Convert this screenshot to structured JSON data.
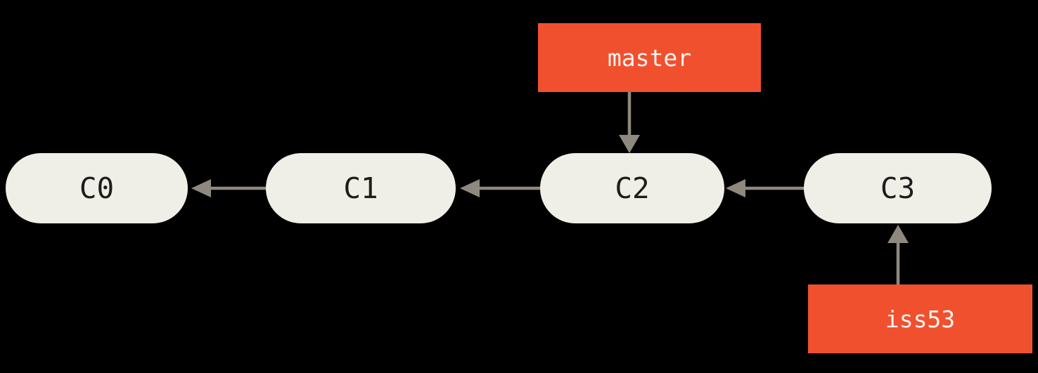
{
  "colors": {
    "background": "#000000",
    "commit-fill": "#f0efe7",
    "commit-text": "#1d1d1b",
    "branch-fill": "#f1502f",
    "branch-text": "#f7f4ef",
    "arrow": "#8e887e"
  },
  "commits": [
    {
      "id": "C0"
    },
    {
      "id": "C1"
    },
    {
      "id": "C2"
    },
    {
      "id": "C3"
    }
  ],
  "branches": [
    {
      "name": "master",
      "points_to": "C2"
    },
    {
      "name": "iss53",
      "points_to": "C3"
    }
  ]
}
